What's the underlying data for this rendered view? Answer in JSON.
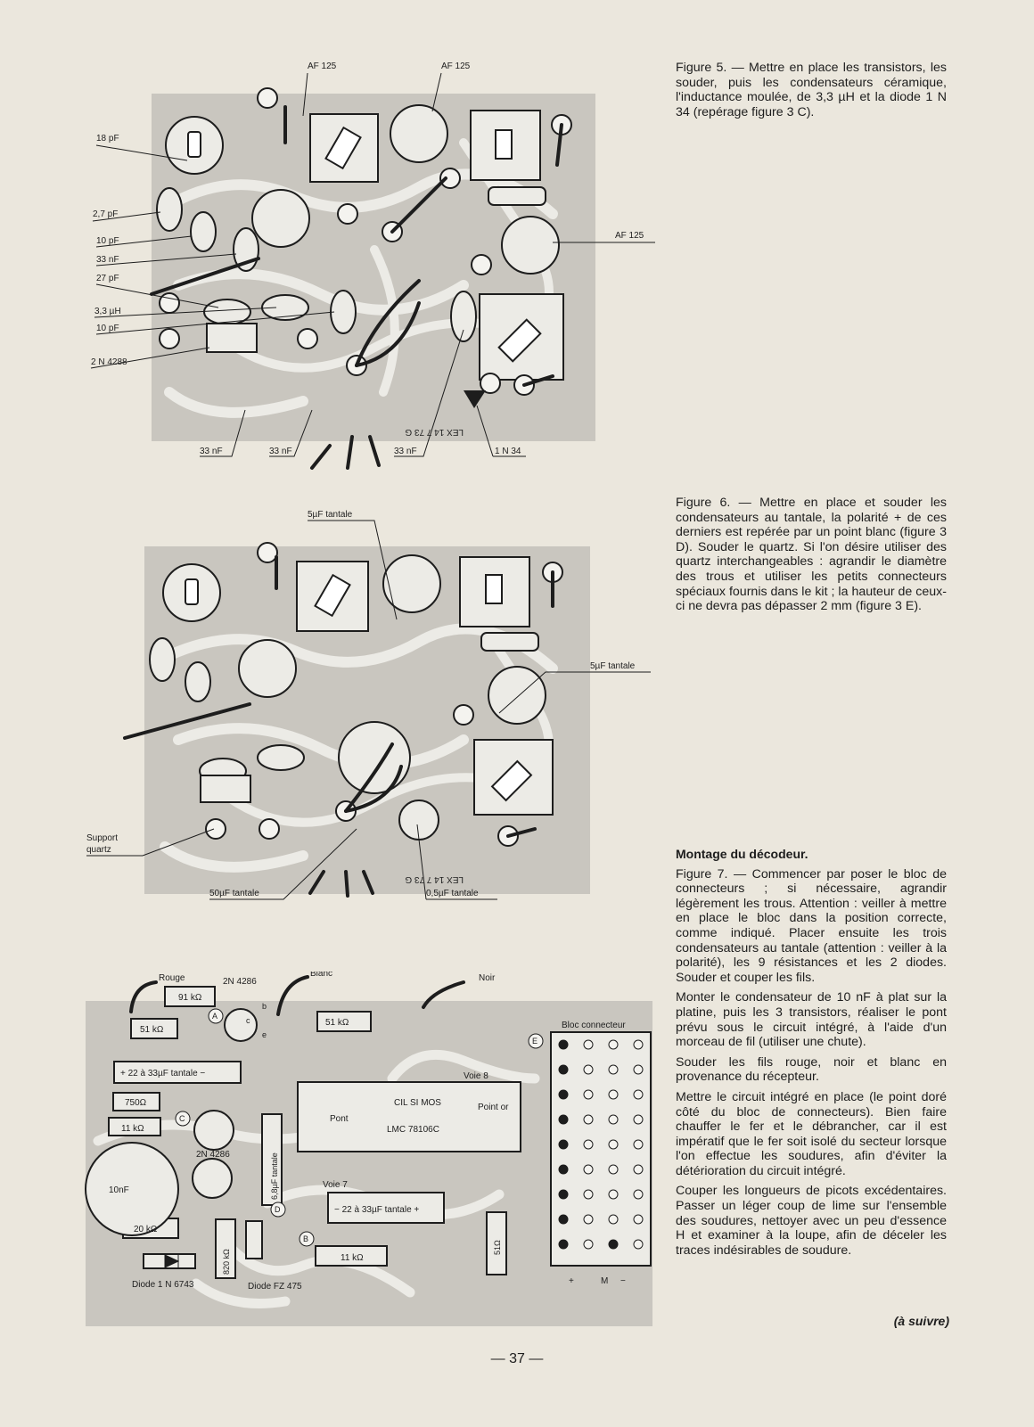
{
  "fig5": {
    "caption": "Figure 5. — Mettre en place les transistors, les souder, puis les condensateurs céramique, l'inductance moulée, de 3,3 µH et la diode 1 N 34 (repérage figure 3 C).",
    "labels": {
      "af125_a": "AF 125",
      "af125_b": "AF 125",
      "af125_c": "AF 125",
      "c18": "18 pF",
      "c2_7": "2,7 pF",
      "c10a": "10 pF",
      "c33n": "33 nF",
      "c27": "27 pF",
      "l3_3": "3,3 µH",
      "c10b": "10 pF",
      "t2n4288": "2 N 4288",
      "b33a": "33 nF",
      "b33b": "33 nF",
      "b33c": "33 nF",
      "d1n34": "1 N 34",
      "pcb_text": "LEX 14 7 73 G"
    }
  },
  "fig6": {
    "caption": "Figure 6. — Mettre en place et souder les condensateurs au tantale, la polarité + de ces derniers est repérée par un point blanc (figure 3 D). Souder le quartz. Si l'on désire utiliser des quartz interchangeables : agrandir le diamètre des trous et utiliser les petits connecteurs spéciaux fournis dans le kit ; la hauteur de ceux-ci ne devra pas dépasser 2 mm (figure 3 E).",
    "labels": {
      "tant5a": "5µF tantale",
      "tant5b": "5µF tantale",
      "support1": "Support",
      "support2": "quartz",
      "tant50": "50µF tantale",
      "tant05": "0,5µF tantale",
      "pcb_text": "LEX 14 7 73 G"
    }
  },
  "fig7": {
    "heading": "Montage du décodeur.",
    "paragraphs": [
      "Figure 7. — Commencer par poser le bloc de connecteurs ; si nécessaire, agrandir légèrement les trous. Attention : veiller à mettre en place le bloc dans la position correcte, comme indiqué. Placer ensuite les trois condensateurs au tantale (attention : veiller à la polarité), les 9 résistances et les 2 diodes. Souder et couper les fils.",
      "Monter le condensateur de 10 nF à plat sur la platine, puis les 3 transistors, réaliser le pont prévu sous le circuit intégré, à l'aide d'un morceau de fil (utiliser une chute).",
      "Souder les fils rouge, noir et blanc en provenance du récepteur.",
      "Mettre le circuit intégré en place (le point doré côté du bloc de connecteurs). Bien faire chauffer le fer et le débrancher, car il est impératif que le fer soit isolé du secteur lorsque l'on effectue les soudures, afin d'éviter la détérioration du circuit intégré.",
      "Couper les longueurs de picots excédentaires. Passer un léger coup de lime sur l'ensemble des soudures, nettoyer avec un peu d'essence H et examiner à la loupe, afin de déceler les traces indésirables de soudure."
    ],
    "labels": {
      "rouge": "Rouge",
      "blanc": "Blanc",
      "noir": "Noir",
      "t2n4286a": "2N 4286",
      "r91k": "91 kΩ",
      "r51ka": "51 kΩ",
      "r51kb": "51 kΩ",
      "bloc": "Bloc connecteur",
      "tant22a": "+ 22 à 33µF tantale −",
      "voie8": "Voie 8",
      "r750": "750Ω",
      "cil": "CIL SI MOS",
      "pont": "Pont",
      "point": "Point or",
      "lmc": "LMC 78106C",
      "r11ka": "11 kΩ",
      "t2n4286b": "2N 4286",
      "c10n": "10nF",
      "tant68": "6,8µF tantale",
      "voie7": "Voie 7",
      "tant22b": "− 22 à 33µF tantale +",
      "r20k": "20 kΩ",
      "r820k": "820 kΩ",
      "r11kb": "11 kΩ",
      "r51": "51Ω",
      "diode1": "Diode 1 N 6743",
      "diode2": "Diode FZ 475",
      "plus": "+",
      "m": "M",
      "minus": "−",
      "ptA": "A",
      "ptB": "B",
      "ptC": "C",
      "ptD": "D",
      "ptE": "E",
      "pb": "b",
      "pc": "c",
      "pe": "e"
    }
  },
  "suivre": "(à suivre)",
  "folio": "— 37 —"
}
